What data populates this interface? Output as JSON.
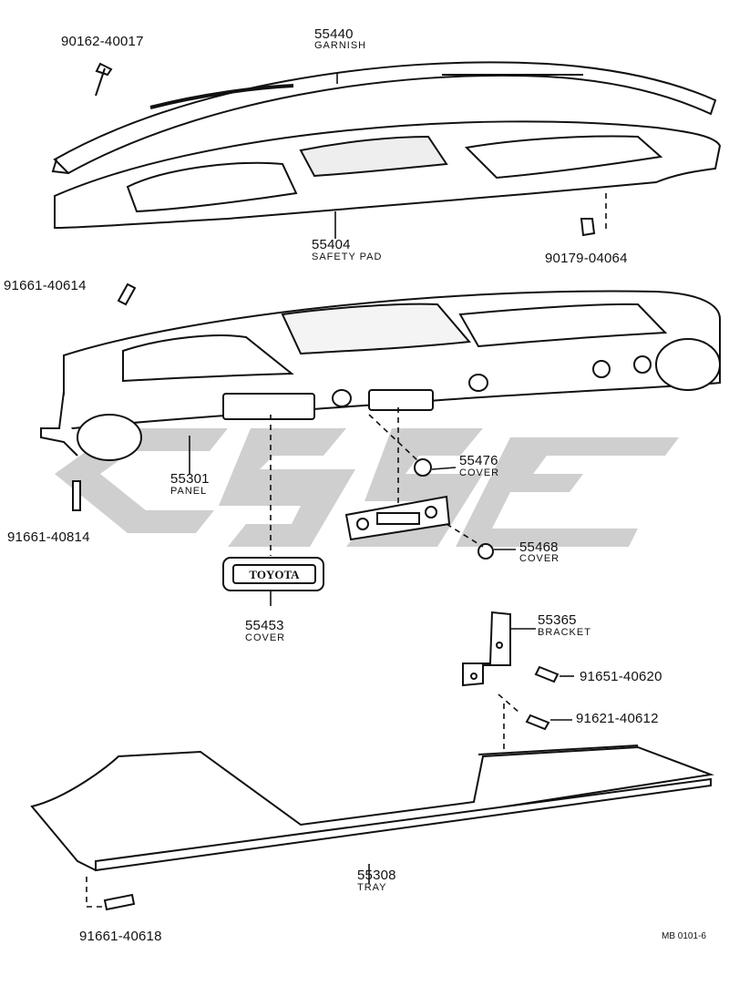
{
  "parts": [
    {
      "id": "garnish",
      "number": "55440",
      "name": "GARNISH"
    },
    {
      "id": "safety_pad",
      "number": "55404",
      "name": "SAFETY PAD"
    },
    {
      "id": "panel",
      "number": "55301",
      "name": "PANEL"
    },
    {
      "id": "cover_55476",
      "number": "55476",
      "name": "COVER"
    },
    {
      "id": "cover_55468",
      "number": "55468",
      "name": "COVER"
    },
    {
      "id": "cover_55453",
      "number": "55453",
      "name": "COVER"
    },
    {
      "id": "bracket",
      "number": "55365",
      "name": "BRACKET"
    },
    {
      "id": "tray",
      "number": "55308",
      "name": "TRAY"
    }
  ],
  "fasteners": [
    {
      "id": "screw_top",
      "number": "90162-40017"
    },
    {
      "id": "clip",
      "number": "90179-04064"
    },
    {
      "id": "bolt_left_upper",
      "number": "91661-40614"
    },
    {
      "id": "bolt_left_lower",
      "number": "91661-40814"
    },
    {
      "id": "bolt_bracket",
      "number": "91651-40620"
    },
    {
      "id": "bolt_tray_right",
      "number": "91621-40612"
    },
    {
      "id": "bolt_tray_left",
      "number": "91661-40618"
    }
  ],
  "emblem_text": "TOYOTA",
  "drawing_code": "MB 0101-6"
}
